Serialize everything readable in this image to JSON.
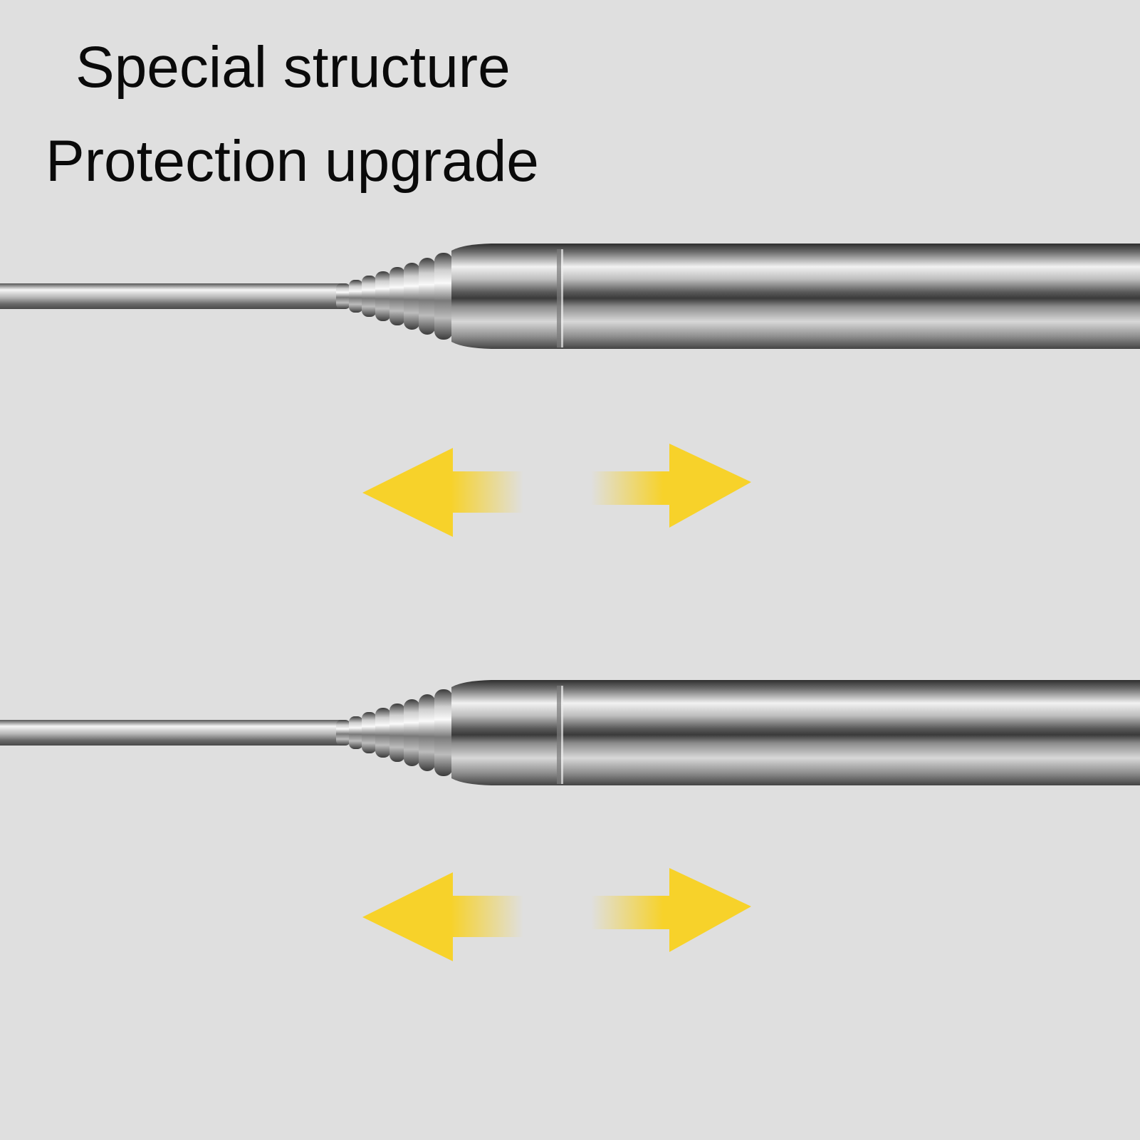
{
  "headline": {
    "line1": "Special structure",
    "line2": "Protection upgrade"
  },
  "colors": {
    "background": "#dfdfdf",
    "text": "#0a0a0a",
    "arrow": "#f7d22a",
    "steel_dark": "#3b3b3b",
    "steel_mid": "#8a8a8a",
    "steel_light": "#f4f4f4"
  },
  "figure": {
    "subject": "telescopic-antenna-rod",
    "rods_shown": 2,
    "arrow_pairs": 2,
    "arrow_direction": "left-right"
  }
}
